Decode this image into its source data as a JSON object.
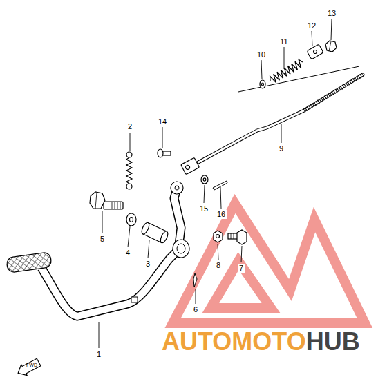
{
  "diagram": {
    "labels": [
      "1",
      "2",
      "3",
      "4",
      "5",
      "6",
      "7",
      "8",
      "9",
      "10",
      "11",
      "12",
      "13",
      "14",
      "15",
      "16",
      "FWD",
      "AUTOMOTO",
      "HUB"
    ]
  }
}
